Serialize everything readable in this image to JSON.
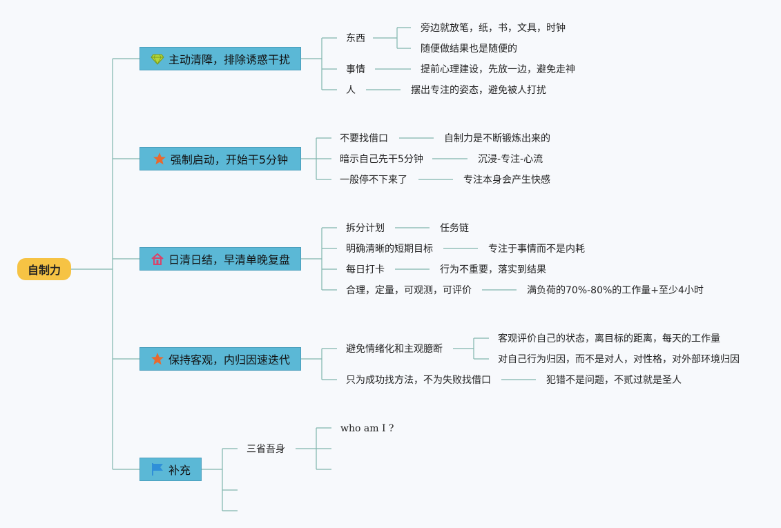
{
  "root": "自制力",
  "branches": [
    {
      "label": "主动清障，排除诱惑干扰",
      "icon": "gem-icon",
      "items": [
        {
          "label": "东西",
          "children": [
            "旁边就放笔，纸，书，文具，时钟",
            "随便做结果也是随便的"
          ]
        },
        {
          "label": "事情",
          "children": [
            "提前心理建设，先放一边，避免走神"
          ]
        },
        {
          "label": "人",
          "children": [
            "摆出专注的姿态，避免被人打扰"
          ]
        }
      ]
    },
    {
      "label": "强制启动，开始干5分钟",
      "icon": "star-icon",
      "items": [
        {
          "label": "不要找借口",
          "children": [
            "自制力是不断锻炼出来的"
          ]
        },
        {
          "label": "暗示自己先干5分钟",
          "children": [
            "沉浸-专注-心流"
          ]
        },
        {
          "label": "一般停不下来了",
          "children": [
            "专注本身会产生快感"
          ]
        }
      ]
    },
    {
      "label": "日清日结，早清单晚复盘",
      "icon": "home-icon",
      "items": [
        {
          "label": "拆分计划",
          "children": [
            "任务链"
          ]
        },
        {
          "label": "明确清晰的短期目标",
          "children": [
            "专注于事情而不是内耗"
          ]
        },
        {
          "label": "每日打卡",
          "children": [
            "行为不重要，落实到结果"
          ]
        },
        {
          "label": "合理，定量，可观测，可评价",
          "children": [
            "满负荷的70%-80%的工作量+至少4小时"
          ]
        }
      ]
    },
    {
      "label": "保持客观，内归因速迭代",
      "icon": "star-icon",
      "items": [
        {
          "label": "避免情绪化和主观臆断",
          "children": [
            "客观评价自己的状态，离目标的距离，每天的工作量",
            "对自己行为归因，而不是对人，对性格，对外部环境归因"
          ]
        },
        {
          "label": "只为成功找方法，不为失败找借口",
          "children": [
            "犯错不是问题，不贰过就是圣人"
          ]
        }
      ]
    },
    {
      "label": "补充",
      "icon": "flag-icon",
      "items": [
        {
          "label": "三省吾身",
          "children": [
            "who am I ?",
            "",
            ""
          ]
        },
        {
          "label": "",
          "children": []
        },
        {
          "label": "",
          "children": []
        }
      ]
    }
  ],
  "colors": {
    "root": "#f6c344",
    "branch": "#5bb8d6",
    "line": "#7fb5ac",
    "star": "#e8692f",
    "gem": "#b4d63a",
    "home": "#d8436a",
    "flag": "#2f8fd8"
  }
}
